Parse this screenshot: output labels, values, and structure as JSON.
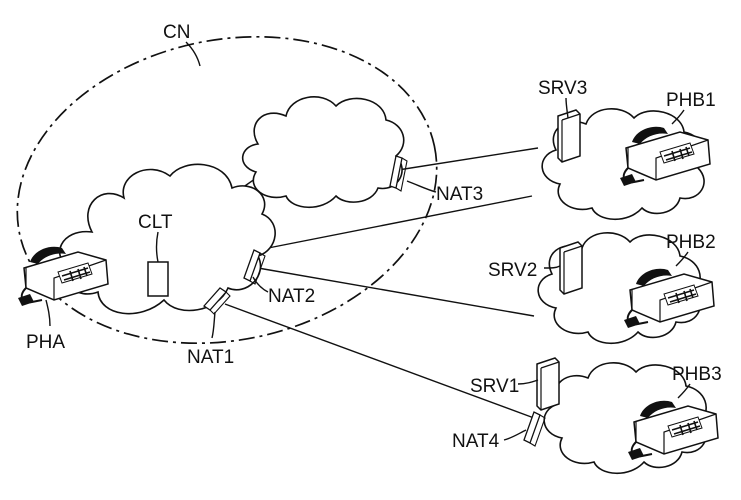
{
  "labels": {
    "cn": "CN",
    "clt": "CLT",
    "pha": "PHA",
    "nat1": "NAT1",
    "nat2": "NAT2",
    "nat3": "NAT3",
    "nat4": "NAT4",
    "srv1": "SRV1",
    "srv2": "SRV2",
    "srv3": "SRV3",
    "phb1": "PHB1",
    "phb2": "PHB2",
    "phb3": "PHB3"
  },
  "icons": {
    "phone": "telephone-icon",
    "server": "server-icon",
    "nat": "nat-device-icon",
    "cloud": "network-cloud-icon"
  },
  "colors": {
    "ink": "#111111",
    "background": "#ffffff"
  }
}
